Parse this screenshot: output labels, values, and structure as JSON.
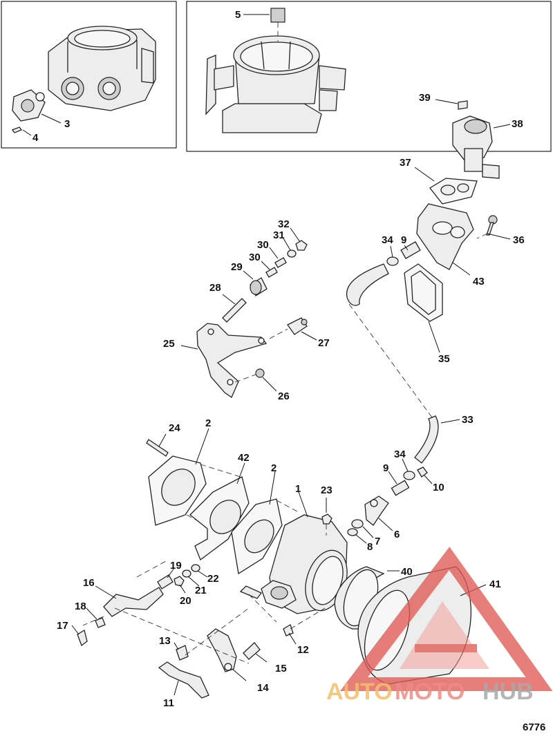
{
  "figure_number": "6776",
  "watermark": {
    "part1": "AUTO",
    "part2": "MOTO",
    "part3": "HUB"
  },
  "callouts": {
    "c1": "1",
    "c2a": "2",
    "c2b": "2",
    "c3": "3",
    "c4": "4",
    "c5": "5",
    "c6": "6",
    "c7": "7",
    "c8": "8",
    "c9a": "9",
    "c9b": "9",
    "c10": "10",
    "c11": "11",
    "c12": "12",
    "c13": "13",
    "c14": "14",
    "c15": "15",
    "c16": "16",
    "c17": "17",
    "c18": "18",
    "c19": "19",
    "c20": "20",
    "c21": "21",
    "c22": "22",
    "c23": "23",
    "c24": "24",
    "c25": "25",
    "c26": "26",
    "c27": "27",
    "c28": "28",
    "c29": "29",
    "c30a": "30",
    "c30b": "30",
    "c31": "31",
    "c32": "32",
    "c33": "33",
    "c34a": "34",
    "c34b": "34",
    "c35": "35",
    "c36": "36",
    "c37": "37",
    "c38": "38",
    "c39": "39",
    "c40": "40",
    "c41": "41",
    "c42": "42",
    "c43": "43"
  }
}
